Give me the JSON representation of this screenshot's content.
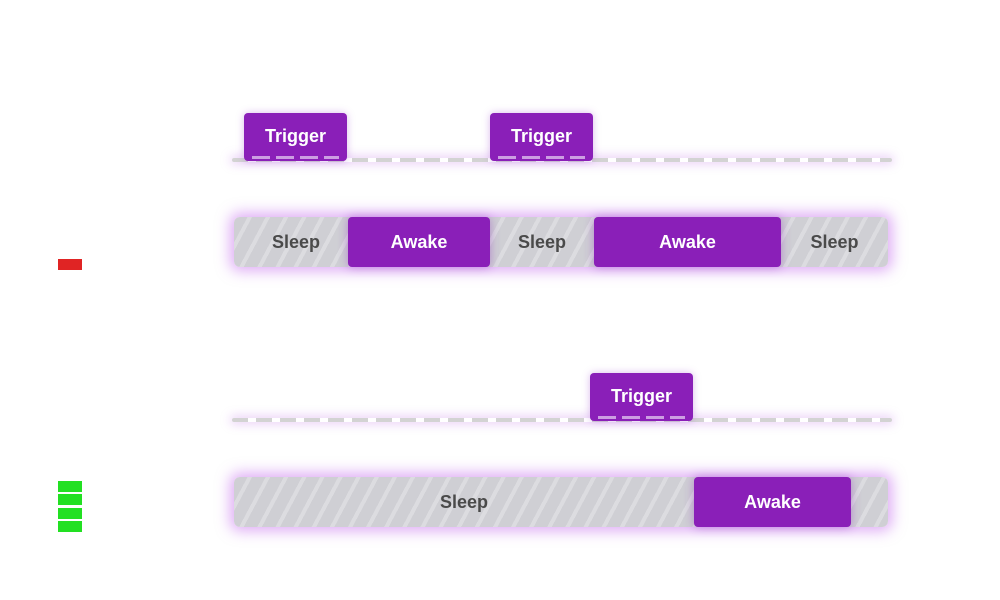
{
  "scenarios": [
    {
      "triggers": [
        "Trigger",
        "Trigger"
      ],
      "timeline": [
        "Sleep",
        "Awake",
        "Sleep",
        "Awake",
        "Sleep"
      ],
      "indicator": {
        "status": "bad",
        "blocks": 1,
        "color": "#e02424"
      }
    },
    {
      "triggers": [
        "Trigger"
      ],
      "timeline": [
        "Sleep",
        "Awake"
      ],
      "indicator": {
        "status": "good",
        "blocks": 4,
        "color": "#22e022"
      }
    }
  ],
  "colors": {
    "accent": "#8a1fb8",
    "sleep": "#d3d3d8",
    "bad": "#e02424",
    "good": "#22e022"
  }
}
